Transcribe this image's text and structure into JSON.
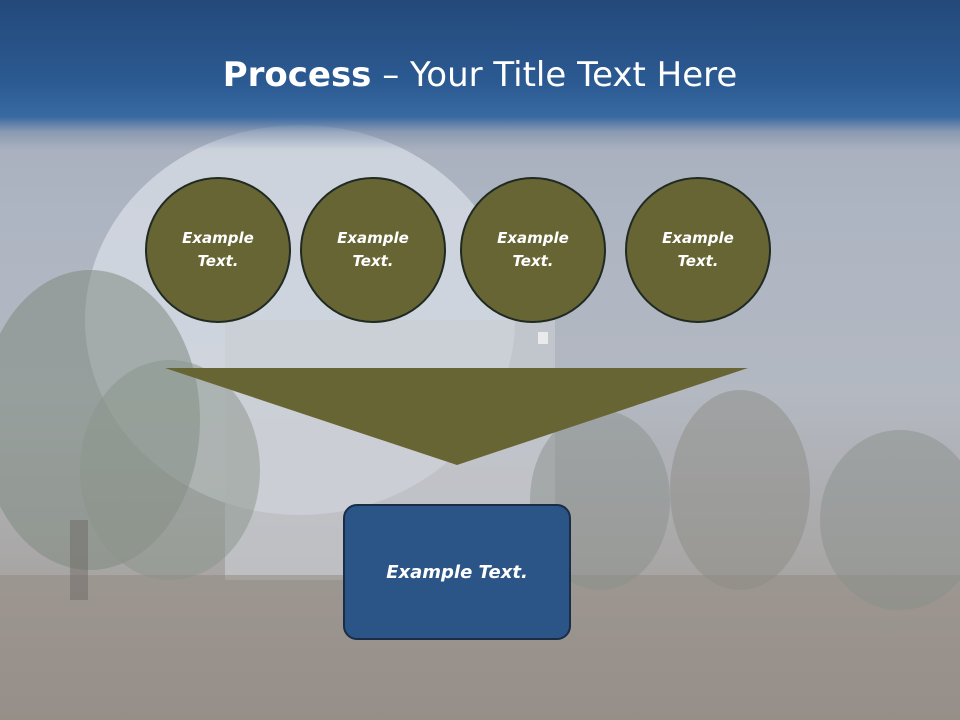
{
  "slide": {
    "title_bold": "Process",
    "title_rest": " – Your Title Text Here",
    "circles": [
      {
        "line1": "Example",
        "line2": "Text."
      },
      {
        "line1": "Example",
        "line2": "Text."
      },
      {
        "line1": "Example",
        "line2": "Text."
      },
      {
        "line1": "Example",
        "line2": "Text."
      }
    ],
    "result_box": "Example Text."
  },
  "colors": {
    "header_blue": "#2b5a92",
    "circle_olive": "#676534",
    "arrow_olive": "#676534",
    "box_blue": "#2b5487"
  }
}
